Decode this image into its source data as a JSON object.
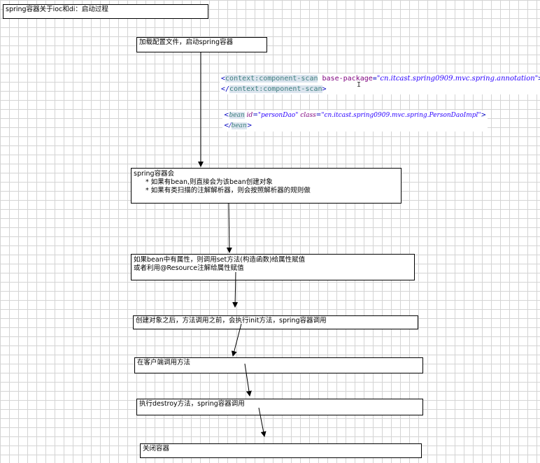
{
  "title": "spring容器关于ioc和di：启动过程",
  "steps": {
    "load": "加载配置文件，启动spring容器",
    "container": {
      "line1": "spring容器会",
      "line2": "*   如果有bean,则直接会为该bean创建对象",
      "line3": "*   如果有类扫描的注解解析器，则会按照解析器的规则做"
    },
    "inject": {
      "line1": "如果bean中有属性，则调用set方法(构造函数)给属性赋值",
      "line2": "或者利用@Resource注解给属性赋值"
    },
    "init": "创建对象之后，方法调用之前，会执行init方法，spring容器调用",
    "client": "在客户端调用方法",
    "destroy": "执行destroy方法，spring容器调用",
    "close": "关闭容器"
  },
  "code": {
    "scan": {
      "open_tag": "context:component-scan",
      "attr": "base-package",
      "value": "\"cn.itcast.spring0909.mvc.spring.annotation\"",
      "close_tag": "context:component-scan"
    },
    "bean": {
      "open_tag": "bean",
      "attr1": "id",
      "value1": "\"personDao\"",
      "attr2": "class",
      "value2": "\"cn.itcast.spring0909.mvc.spring.PersonDaoImpl\"",
      "close_tag": "bean"
    }
  },
  "colors": {
    "grid": "#d4d4d4",
    "tag": "#3f7f7f",
    "attr": "#7f007f",
    "value": "#2a00ff",
    "bracket": "#0000c0"
  }
}
